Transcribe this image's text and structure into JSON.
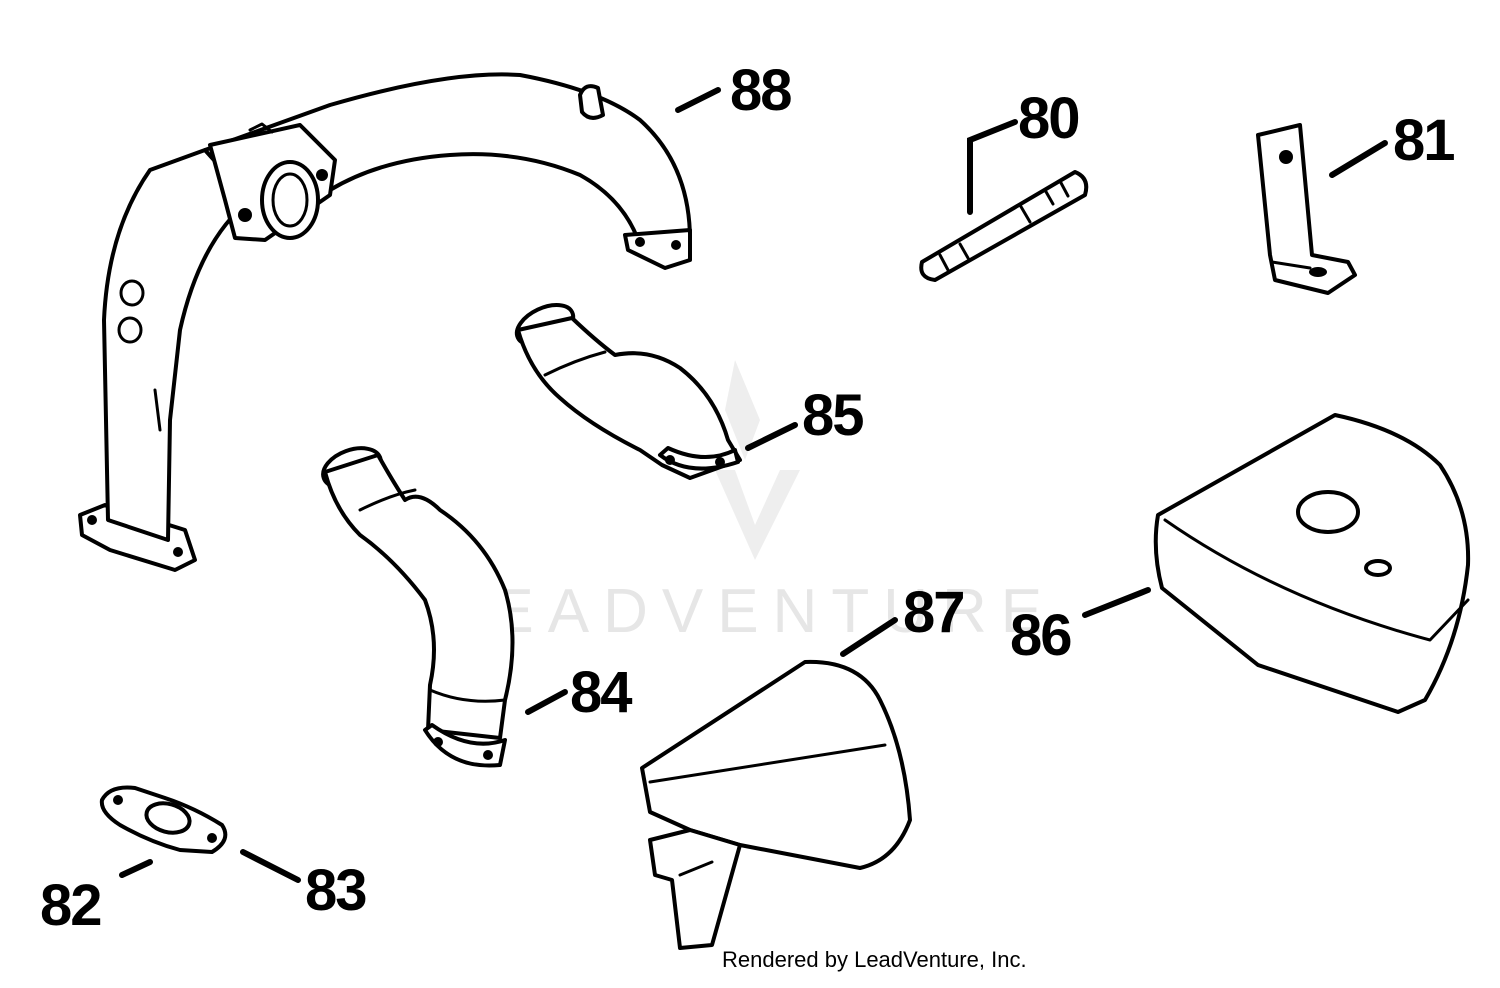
{
  "callouts": {
    "c80": "80",
    "c81": "81",
    "c82": "82",
    "c83": "83",
    "c84": "84",
    "c85": "85",
    "c86": "86",
    "c87": "87",
    "c88": "88"
  },
  "watermark": "LEADVENTURE",
  "credit": "Rendered by LeadVenture, Inc."
}
